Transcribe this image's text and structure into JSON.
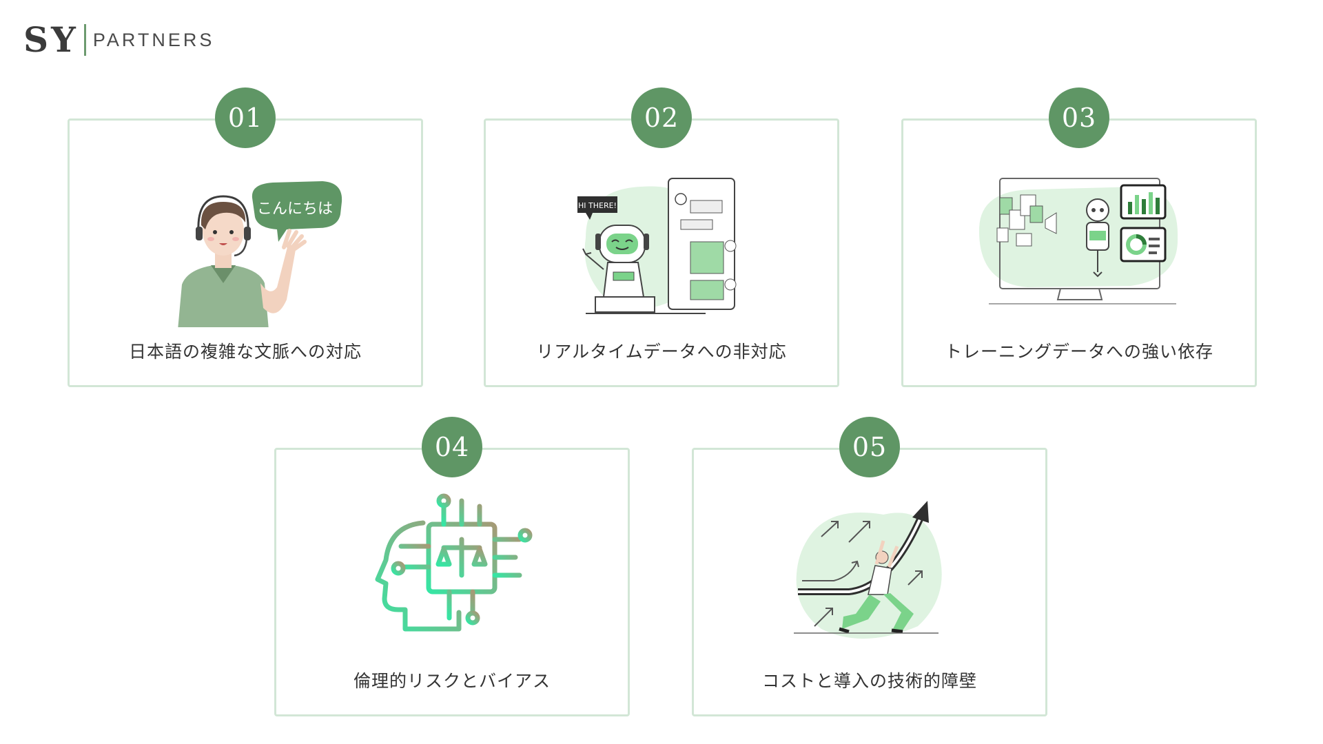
{
  "logo": {
    "mark": "SY",
    "word": "PARTNERS"
  },
  "cards": [
    {
      "num": "01",
      "title": "日本語の複雑な文脈への対応",
      "bubble": "こんにちは"
    },
    {
      "num": "02",
      "title": "リアルタイムデータへの非対応",
      "bubble": "HI THERE!"
    },
    {
      "num": "03",
      "title": "トレーニングデータへの強い依存"
    },
    {
      "num": "04",
      "title": "倫理的リスクとバイアス"
    },
    {
      "num": "05",
      "title": "コストと導入の技術的障壁"
    }
  ],
  "colors": {
    "accent": "#5f9665",
    "border": "#d2e6d6",
    "light": "#dff3e1"
  }
}
